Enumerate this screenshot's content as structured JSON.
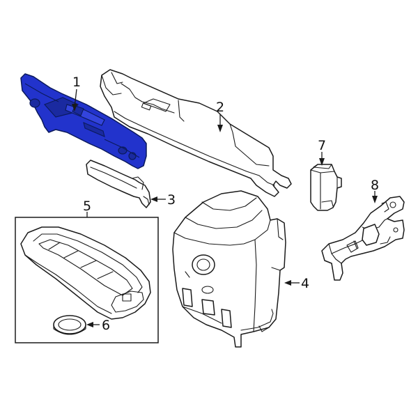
{
  "colors": {
    "highlight": "#2233cc",
    "highlight_dark": "#0b1a5c",
    "line": "#1a1a1a",
    "background": "#ffffff"
  },
  "callouts": [
    {
      "id": "1",
      "label": "1"
    },
    {
      "id": "2",
      "label": "2"
    },
    {
      "id": "3",
      "label": "3"
    },
    {
      "id": "4",
      "label": "4"
    },
    {
      "id": "5",
      "label": "5"
    },
    {
      "id": "6",
      "label": "6"
    },
    {
      "id": "7",
      "label": "7"
    },
    {
      "id": "8",
      "label": "8"
    }
  ],
  "highlighted_part": "1"
}
